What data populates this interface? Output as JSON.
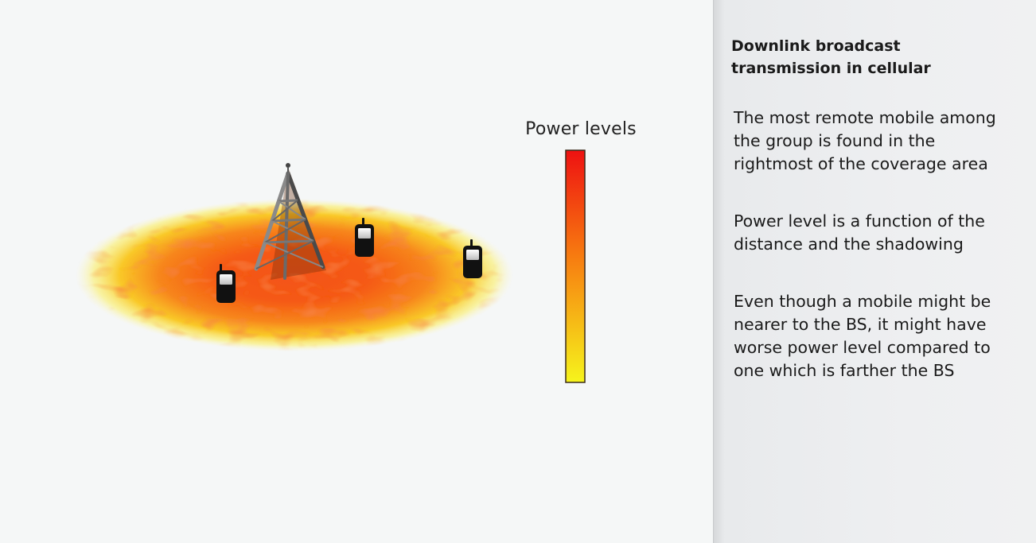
{
  "diagram": {
    "legend": {
      "title": "Power levels",
      "gradient_top_color": "#ee1111",
      "gradient_mid_color": "#f77a10",
      "gradient_bottom_color": "#f6f41c"
    },
    "elements": {
      "base_station": "cell-tower-icon",
      "mobiles": [
        "mobile-phone-icon",
        "mobile-phone-icon",
        "mobile-phone-icon"
      ],
      "coverage_area": "power-heatmap"
    }
  },
  "sidebar": {
    "title": "Downlink broadcast\ntransmission in cellular",
    "paragraphs": [
      "The most remote mobile among\nthe group is found in the\nrightmost of the coverage area",
      "Power level is a function of the\ndistance and the shadowing",
      "Even though a mobile might be\nnearer to the BS, it might have\nworse power level compared to\none which is farther the BS"
    ]
  }
}
